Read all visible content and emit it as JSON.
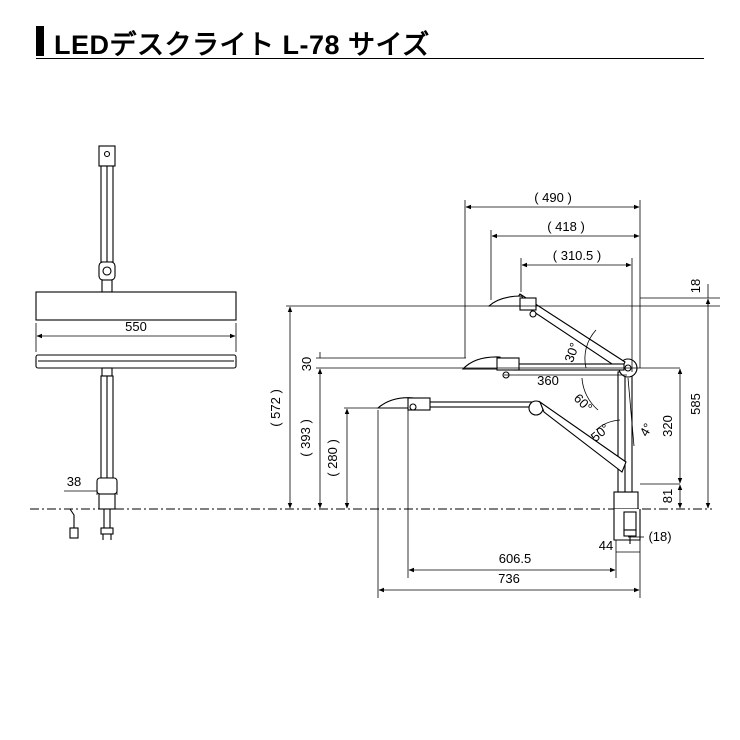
{
  "title": "LEDデスクライト L-78 サイズ",
  "dimensions": {
    "width_550": "550",
    "clamp_38": "38",
    "reach_490": "( 490 )",
    "reach_418": "( 418 )",
    "reach_310_5": "( 310.5 )",
    "offset_18_top": "18",
    "height_30": "30",
    "arm_360": "360",
    "angle_30": "30°",
    "angle_60": "60°",
    "angle_50": "50°",
    "angle_4": "4°",
    "height_572": "( 572 )",
    "height_393": "( 393 )",
    "height_280": "( 280 )",
    "height_585": "585",
    "height_320": "320",
    "height_81": "81",
    "depth_44": "44",
    "offset_18_bottom": "(18)",
    "reach_606_5": "606.5",
    "reach_736": "736"
  }
}
